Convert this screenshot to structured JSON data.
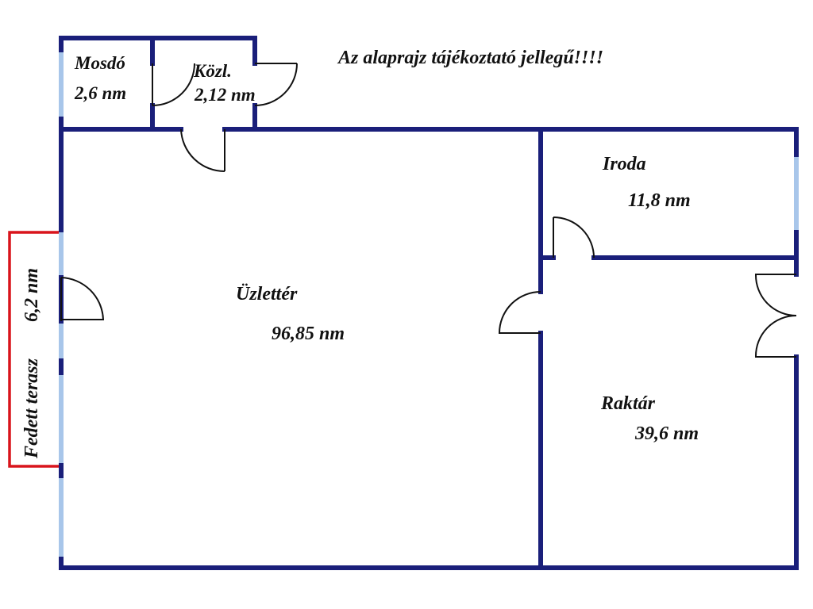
{
  "note": "Az alaprajz tájékoztató jellegű!!!!",
  "rooms": [
    {
      "id": "mosdo",
      "name": "Mosdó",
      "area": "2,6 nm"
    },
    {
      "id": "kozl",
      "name": "Közl.",
      "area": "2,12 nm"
    },
    {
      "id": "iroda",
      "name": "Iroda",
      "area": "11,8 nm"
    },
    {
      "id": "uzletter",
      "name": "Üzlettér",
      "area": "96,85 nm"
    },
    {
      "id": "raktar",
      "name": "Raktár",
      "area": "39,6 nm"
    },
    {
      "id": "terasz",
      "name": "Fedett terasz",
      "area": "6,2 nm"
    }
  ],
  "colors": {
    "wall": "#1a1f7a",
    "window": "#a8c6ea",
    "terrace": "#d9141b",
    "door": "#111111",
    "text": "#111111"
  }
}
